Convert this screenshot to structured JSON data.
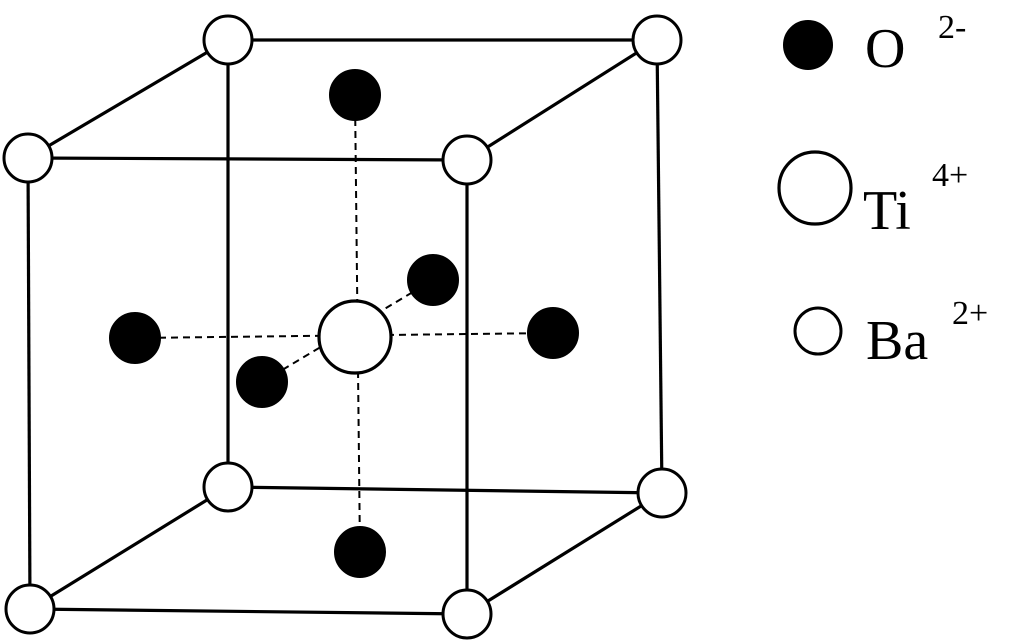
{
  "diagram": {
    "legend": [
      {
        "symbol": "filled-small-circle",
        "base": "O",
        "charge": "2-"
      },
      {
        "symbol": "open-large-circle",
        "base": "Ti",
        "charge": "4+"
      },
      {
        "symbol": "open-small-circle",
        "base": "Ba",
        "charge": "2+"
      }
    ]
  }
}
